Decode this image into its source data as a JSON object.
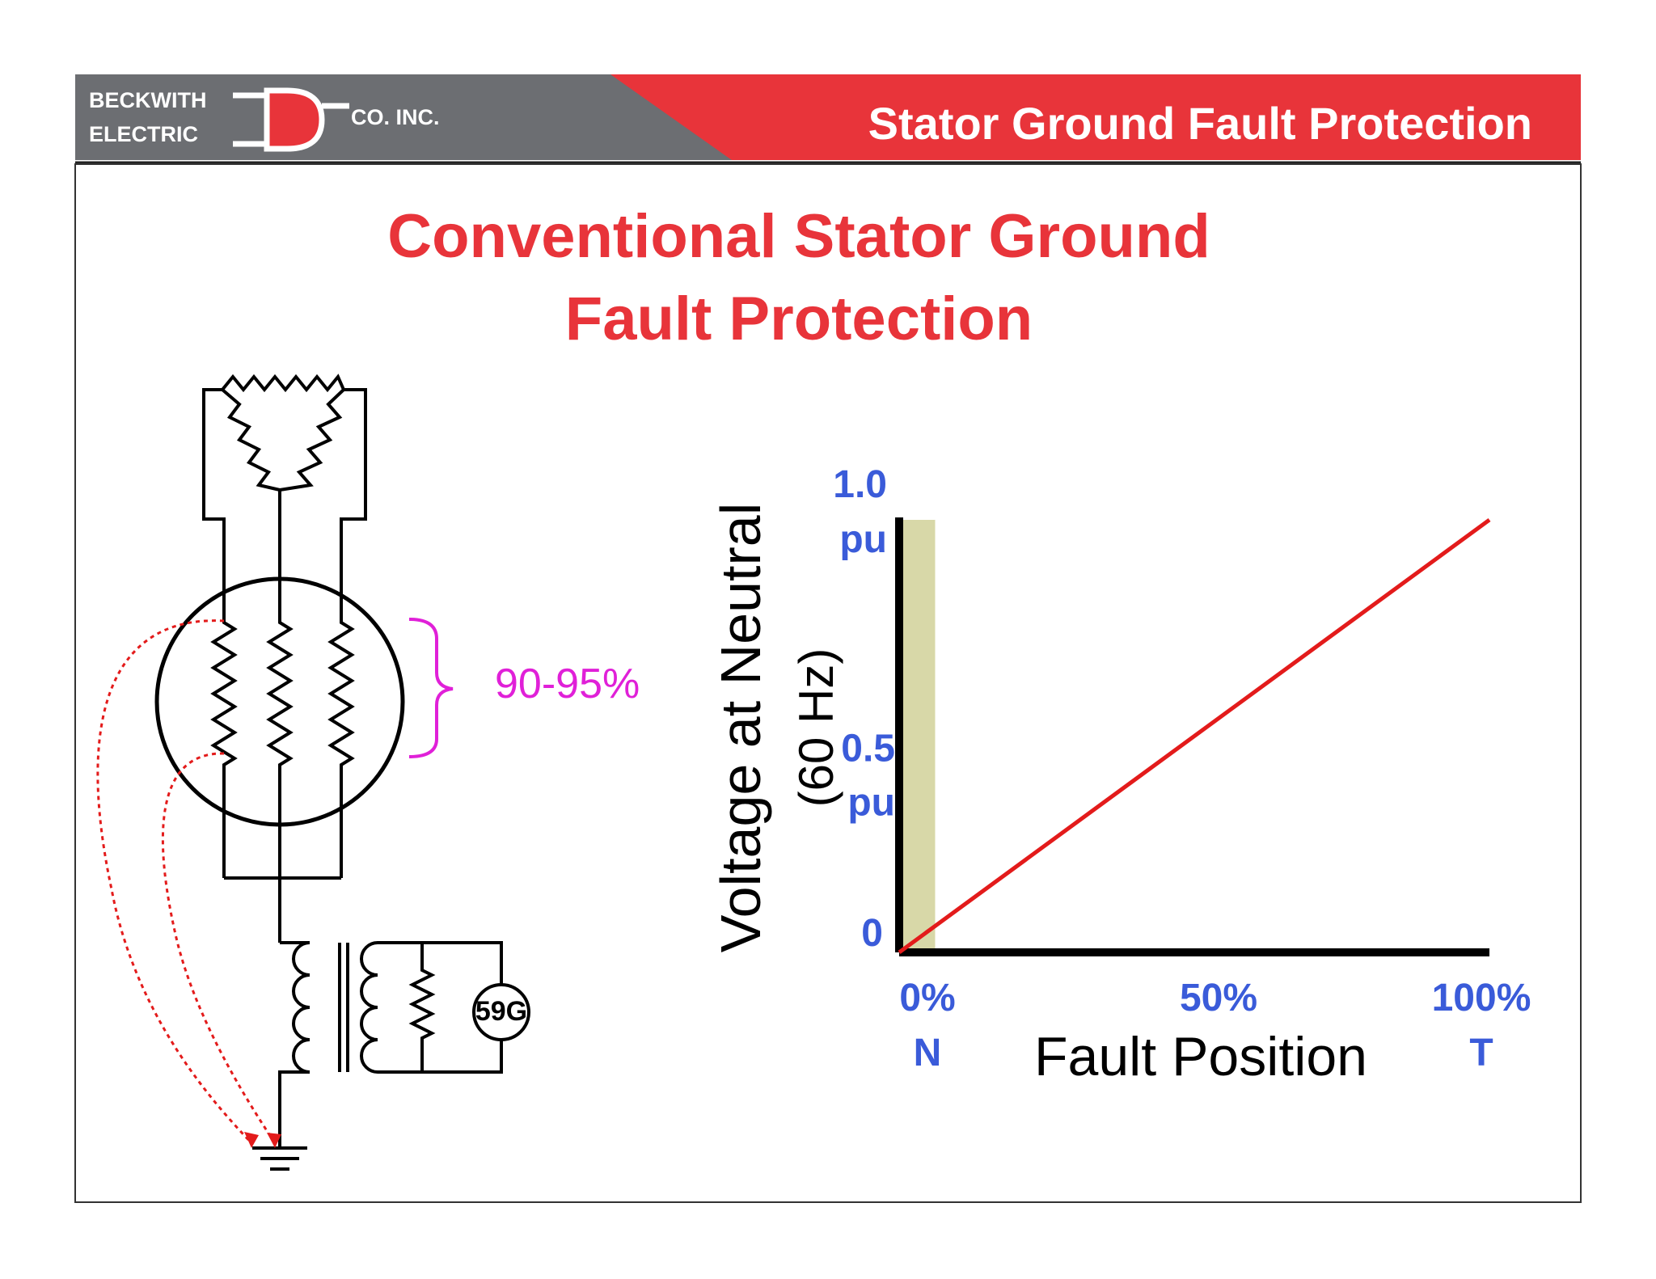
{
  "header": {
    "logo": {
      "line1": "BECKWITH",
      "line2": "ELECTRIC",
      "suffix": "CO. INC."
    },
    "section_title": "Stator Ground Fault Protection"
  },
  "slide": {
    "title_line1": "Conventional Stator Ground",
    "title_line2": "Fault Protection"
  },
  "diagram": {
    "winding_coverage_label": "90-95%",
    "relay_label": "59G"
  },
  "chart_data": {
    "type": "line",
    "xlabel": "Fault Position",
    "ylabel_line1": "Voltage at Neutral",
    "ylabel_line2": "(60 Hz)",
    "x_ticks": [
      {
        "value": 0,
        "label": "0%",
        "sublabel": "N"
      },
      {
        "value": 50,
        "label": "50%",
        "sublabel": ""
      },
      {
        "value": 100,
        "label": "100%",
        "sublabel": "T"
      }
    ],
    "y_ticks": [
      {
        "value": 0,
        "label": "0",
        "sublabel": ""
      },
      {
        "value": 0.5,
        "label": "0.5",
        "sublabel": "pu"
      },
      {
        "value": 1.0,
        "label": "1.0",
        "sublabel": "pu"
      }
    ],
    "xlim": [
      0,
      100
    ],
    "ylim": [
      0,
      1.0
    ],
    "series": [
      {
        "x": [
          0,
          100
        ],
        "y": [
          0,
          1.0
        ]
      }
    ],
    "shaded_band_x": [
      0,
      5
    ]
  },
  "colors": {
    "header_gray": "#6c6e72",
    "header_red": "#e8343a",
    "title_red": "#e8343a",
    "axis_blue": "#3a5bd9",
    "magenta": "#e020d8",
    "line_red": "#e31b1b",
    "band": "#d8d8a8"
  }
}
